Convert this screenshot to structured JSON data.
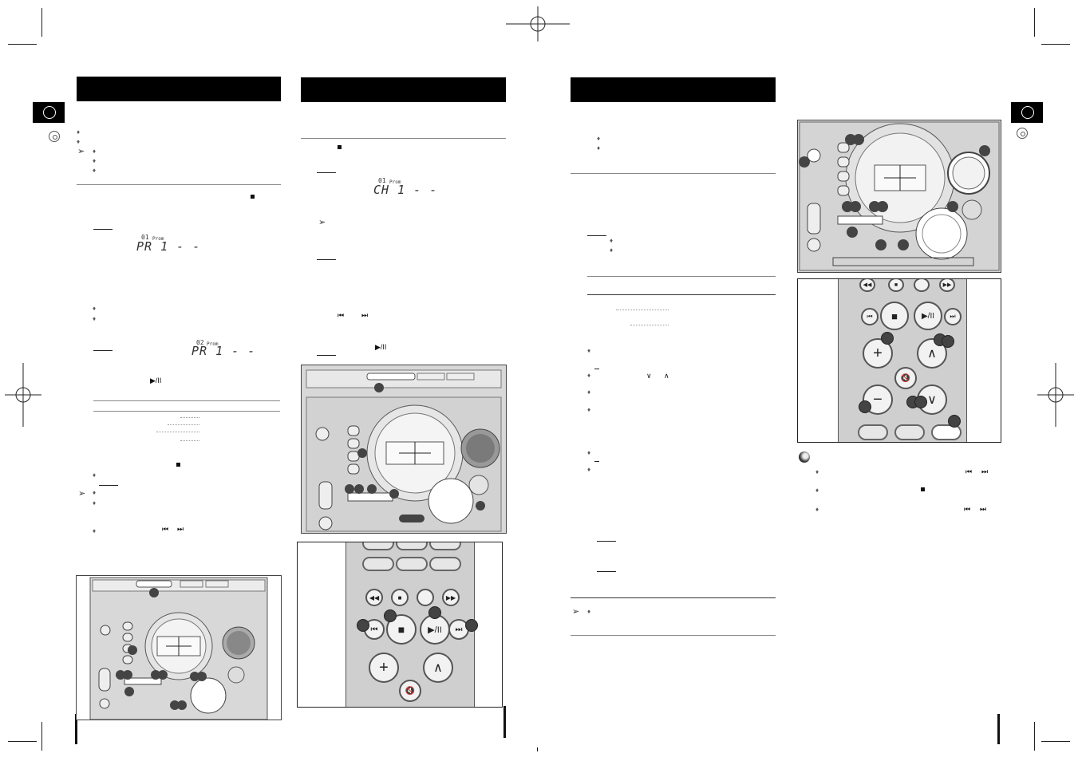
{
  "page": {
    "left_tab_icon": "disc-icon",
    "right_tab_icon": "disc-icon",
    "note_icon": "arrow-note-icon",
    "bullet_icon": "diamond-bullet-icon",
    "header_color": "#000000"
  },
  "displays": {
    "lcd1_top": "01",
    "lcd1_tag": "Prom",
    "lcd1_main": "PR 1 - -",
    "lcd2_top": "01",
    "lcd2_tag": "Prom",
    "lcd2_main": "CH 1 - -",
    "lcd3_top": "02",
    "lcd3_tag": "Prom",
    "lcd3_main": "PR 1 - -"
  },
  "symbols": {
    "stop": "■",
    "play_pause": "▶/II",
    "skip_back": "⏮",
    "skip_fwd": "⏭",
    "down": "∨",
    "up": "∧"
  },
  "remote": {
    "plus": "+",
    "minus": "−",
    "mute": "🔇",
    "stop": "■",
    "play_pause": "▶/II",
    "rew": "◀◀",
    "ff": "▶▶",
    "prev": "⏮",
    "next": "⏭",
    "up": "∧",
    "down": "∨"
  }
}
